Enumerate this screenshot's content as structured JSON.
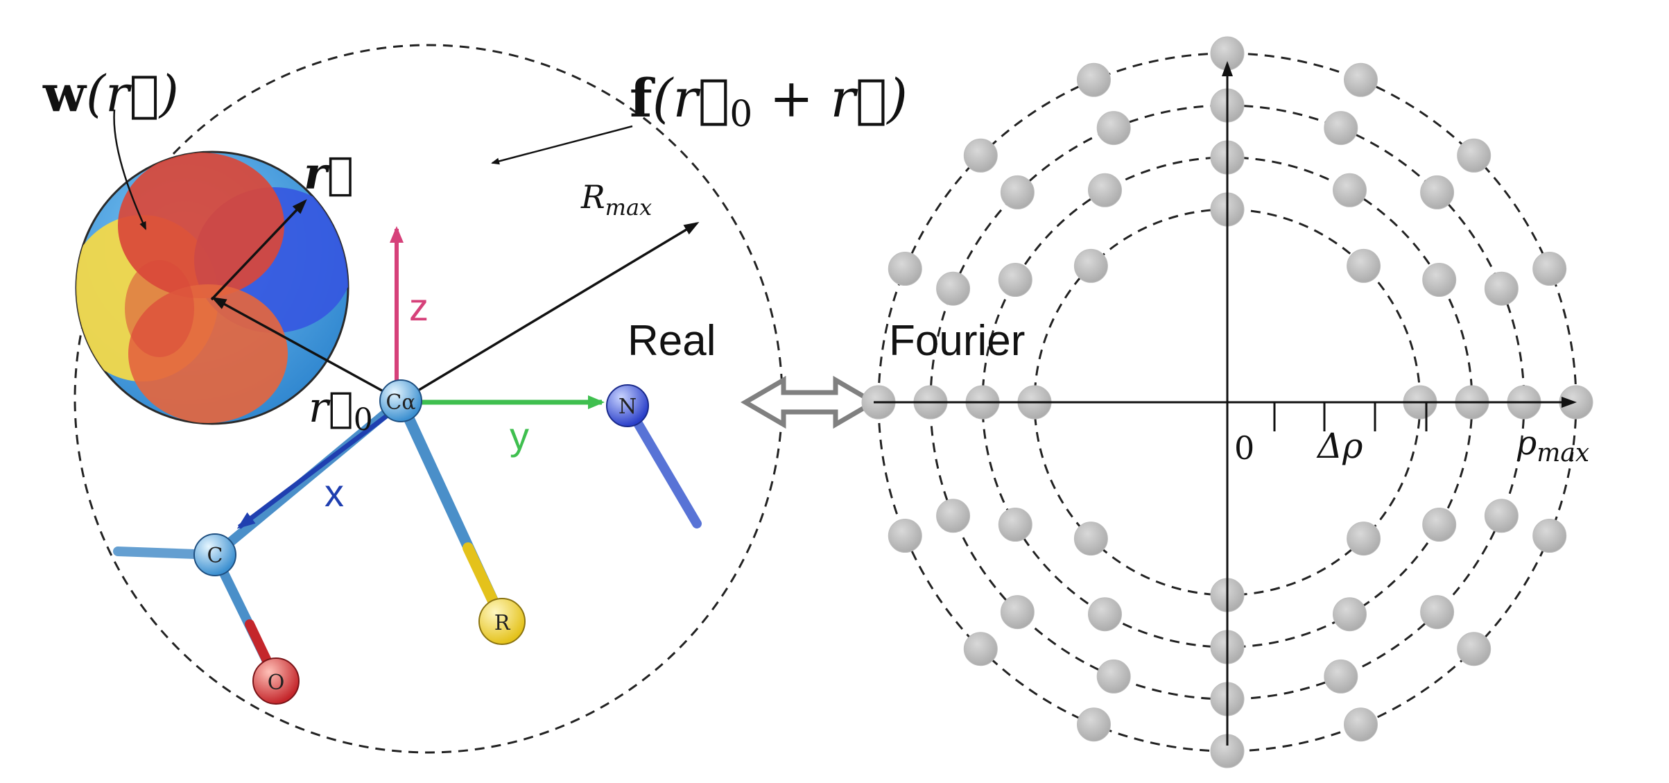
{
  "real_panel": {
    "title": "Real",
    "labels": {
      "w_bold": "w",
      "w_arg": "(r⃗)",
      "f_bold": "f",
      "f_arg": "(r⃗",
      "f_arg_sub": "0",
      "f_arg_tail": " + r⃗)",
      "r_vec": "r⃗",
      "r0_vec": "r⃗",
      "r0_sub": "0",
      "rmax": "R",
      "rmax_sub": "max",
      "axis_x": "x",
      "axis_y": "y",
      "axis_z": "z"
    },
    "atoms": {
      "ca": "Cα",
      "n": "N",
      "c": "C",
      "o": "O",
      "r": "R"
    },
    "colors": {
      "x_axis": "#1f3fb0",
      "y_axis": "#3fbf4f",
      "z_axis": "#d6417a",
      "sphere_blue": "#4ea8e6",
      "lobe_red": "#d9483a",
      "lobe_yellow": "#f2d84a",
      "lobe_blue": "#3556e0",
      "lobe_orange": "#e3663f"
    }
  },
  "fourier_panel": {
    "title": "Fourier",
    "labels": {
      "origin": "0",
      "delta": "Δρ",
      "rho": "ρ",
      "rho_sub": "max"
    },
    "colors": {
      "node": "#bdbdbd"
    }
  },
  "connector": {
    "name": "double-arrow"
  }
}
